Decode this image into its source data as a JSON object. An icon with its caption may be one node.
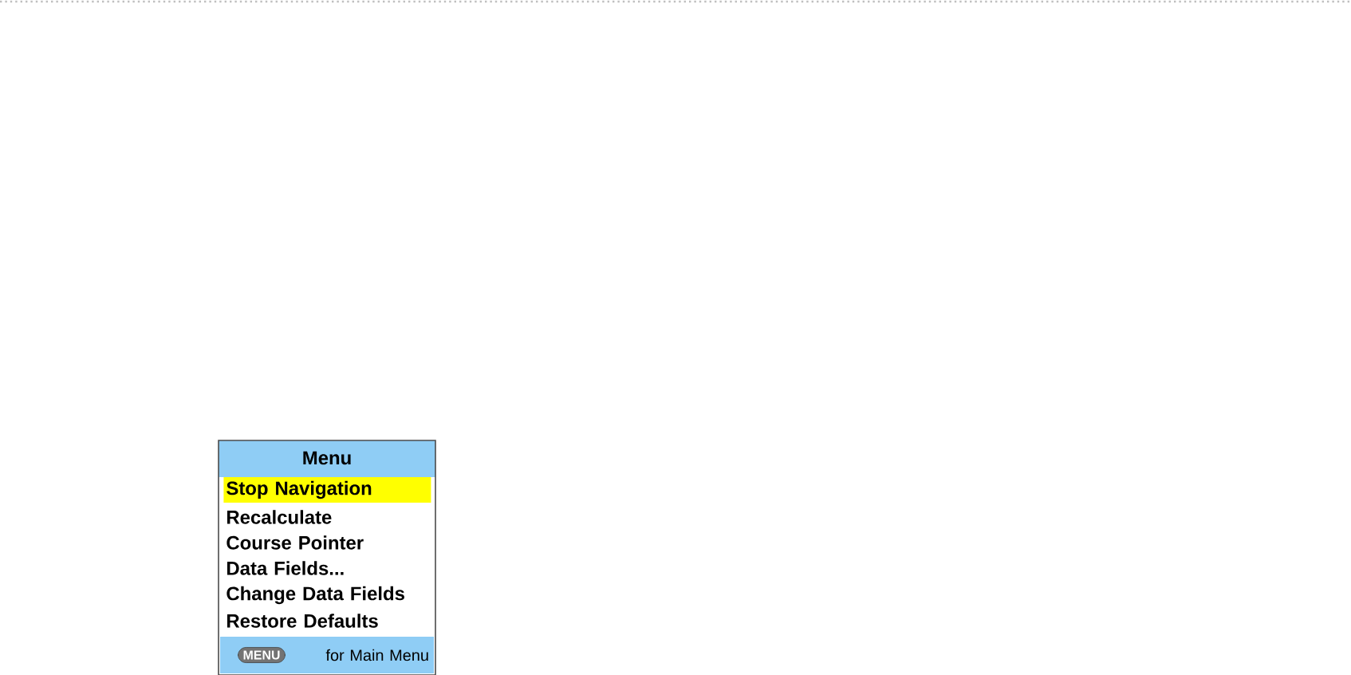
{
  "diagram": {
    "nodes": [
      {
        "text": [
          "Menu"
        ]
      },
      {
        "text": [
          "Stop Navigation"
        ],
        "in": 0
      },
      {
        "text": [
          "Recalculate"
        ],
        "in": 0
      },
      {
        "text": [
          "Course Pointer"
        ],
        "in": 0
      },
      {
        "text": [
          "Data Fields..."
        ],
        "in": 0
      },
      {
        "text": [
          "Change Data Fields"
        ],
        "in": 0
      },
      {
        "text": [
          "Restore Defaults"
        ],
        "in": 0
      },
      {
        "text": [
          "for Main Menu"
        ],
        "in": 0
      },
      {
        "text": [
          "MENU"
        ],
        "in": 7
      }
    ]
  }
}
